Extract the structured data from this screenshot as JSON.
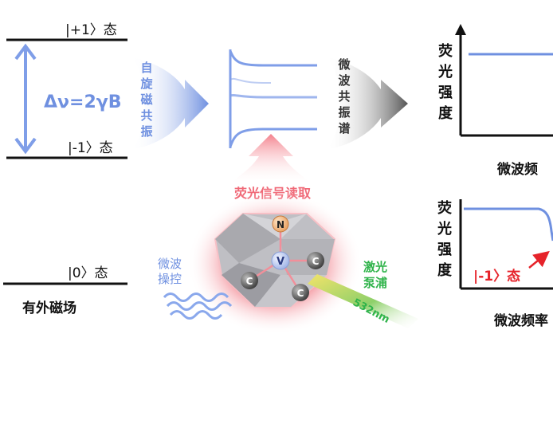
{
  "levels": {
    "plus1": "|+1〉态",
    "minus1": "|-1〉态",
    "zero": "|0〉态",
    "splitting": "Δν=2γB",
    "field": "有外磁场"
  },
  "arrows": {
    "zeeman": [
      "自",
      "旋",
      "磁",
      "共",
      "振"
    ],
    "microwave_resonance": [
      "微",
      "波",
      "共",
      "振",
      "谱"
    ]
  },
  "readout": "荧光信号读取",
  "control": [
    "微波",
    "操控"
  ],
  "pump": [
    "激光",
    "泵浦"
  ],
  "laser_wavelength": "532nm",
  "atoms": {
    "nitrogen": "N",
    "vacancy": "V",
    "carbon": "C"
  },
  "plots": {
    "top": {
      "ylabel": [
        "荧",
        "光",
        "强",
        "度"
      ],
      "xlabel": "微波频"
    },
    "bottom": {
      "ylabel": [
        "荧",
        "光",
        "强",
        "度"
      ],
      "xlabel": "微波频率",
      "annotation": "|-1〉态"
    }
  },
  "colors": {
    "blue": "#6f90e0",
    "red": "#e6232a",
    "green": "#2fb34a",
    "pink": "#f06a78",
    "gray": "#6e6e6e"
  }
}
